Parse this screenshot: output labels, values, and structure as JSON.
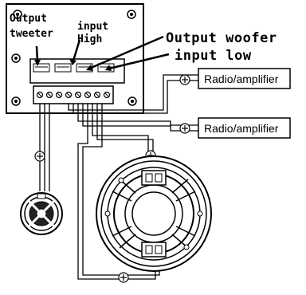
{
  "labels": {
    "output_tweeter_line1": "Output",
    "output_tweeter_line2": "tweeter",
    "input_high_line1": "input",
    "input_high_line2": "High",
    "output_woofer": "Output woofer",
    "input_low": "input low"
  },
  "boxes": {
    "radio_amp_top": "Radio/amplifier",
    "radio_amp_bottom": "Radio/amplifier"
  },
  "symbols": {
    "plus": "+"
  }
}
